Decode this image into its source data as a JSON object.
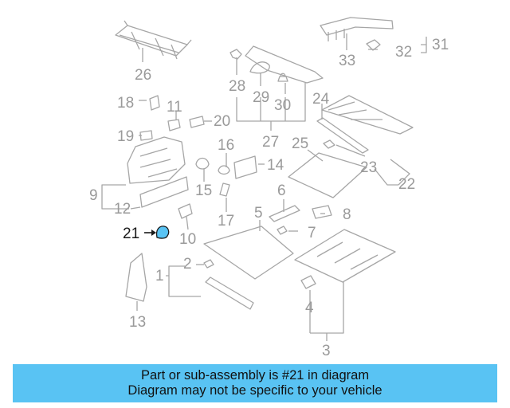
{
  "callouts": {
    "c1": "1",
    "c2": "2",
    "c3": "3",
    "c4": "4",
    "c5": "5",
    "c6": "6",
    "c7": "7",
    "c8": "8",
    "c9": "9",
    "c10": "10",
    "c11": "11",
    "c12": "12",
    "c13": "13",
    "c14": "14",
    "c15": "15",
    "c16": "16",
    "c17": "17",
    "c18": "18",
    "c19": "19",
    "c20": "20",
    "c21": "21",
    "c22": "22",
    "c23": "23",
    "c24": "24",
    "c25": "25",
    "c26": "26",
    "c27": "27",
    "c28": "28",
    "c29": "29",
    "c30": "30",
    "c31": "31",
    "c32": "32",
    "c33": "33"
  },
  "highlighted_part": "21",
  "colors": {
    "highlight_fill": "#59c3f3",
    "line": "#a6a6a6",
    "banner": "#59c3f3"
  },
  "banner": {
    "line1": "Part or sub-assembly is #21 in diagram",
    "line2": "Diagram may not be specific to your vehicle"
  }
}
